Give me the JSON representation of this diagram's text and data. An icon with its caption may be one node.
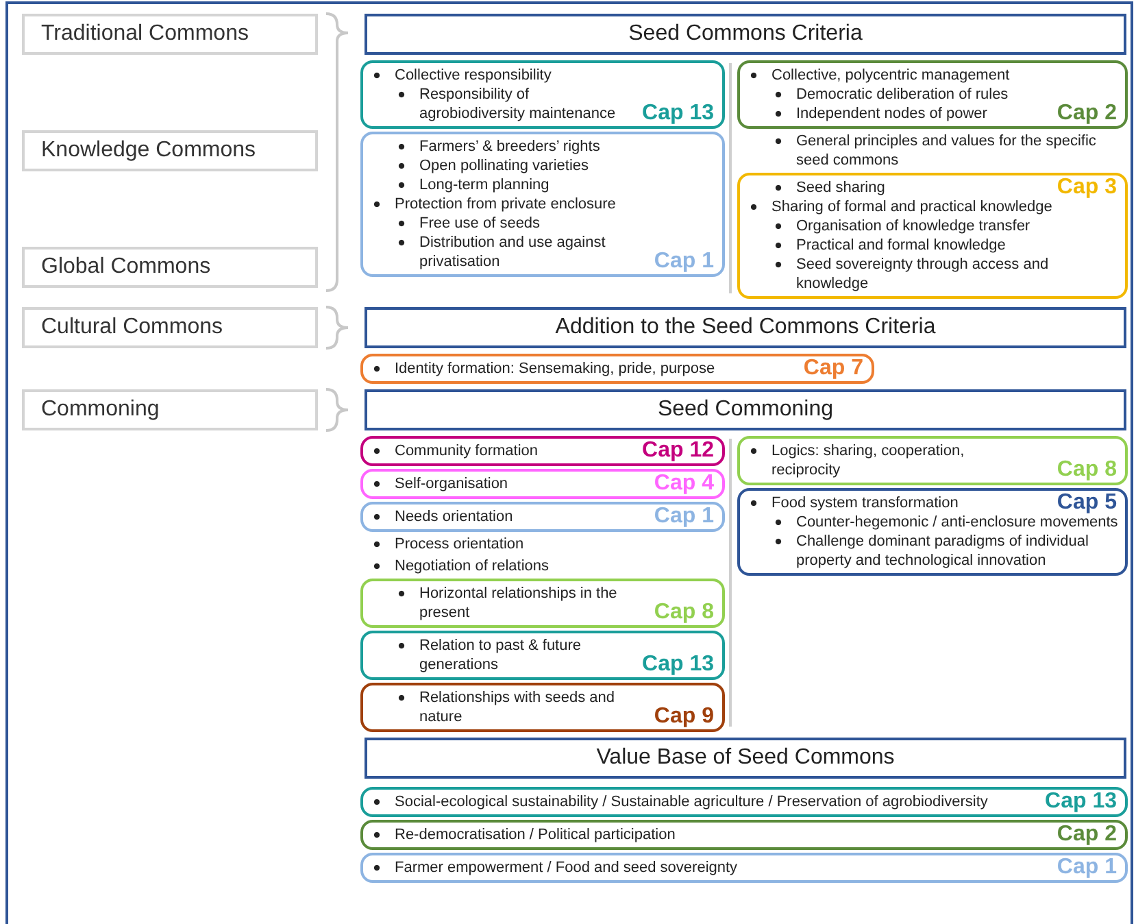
{
  "diagram": {
    "nodes": [
      {
        "text": [
          "Traditional Commons"
        ]
      },
      {
        "text": [
          "Seed Commons Criteria"
        ]
      },
      {
        "text": [
          "Knowledge Commons"
        ]
      },
      {
        "text": [
          "Global Commons"
        ]
      },
      {
        "text": [
          "Collective responsibility",
          "Responsibility of agrobiodiversity maintenance",
          "Cap 13"
        ]
      },
      {
        "text": [
          "Farmers’ & breeders’ rights",
          "Open pollinating varieties",
          "Long-term planning",
          "Protection from private enclosure",
          "Free use of seeds",
          "Distribution and use against privatisation",
          "Cap 1"
        ]
      },
      {
        "text": [
          "Collective, polycentric management",
          "Democratic deliberation of rules",
          "Independent nodes of power",
          "Cap 2"
        ]
      },
      {
        "text": [
          "Seed sharing",
          "Sharing of formal and practical knowledge",
          "Organisation of knowledge transfer",
          "Practical and formal knowledge",
          "Seed sovereignty through access and knowledge",
          "Cap 3"
        ]
      },
      {
        "text": [
          "Cultural Commons"
        ]
      },
      {
        "text": [
          "Addition to the Seed Commons Criteria"
        ]
      },
      {
        "text": [
          "Identity formation: Sensemaking, pride, purpose",
          "Cap 7"
        ]
      },
      {
        "text": [
          "Commoning"
        ]
      },
      {
        "text": [
          "Seed Commoning"
        ]
      },
      {
        "text": [
          "Community formation",
          "Cap 12"
        ]
      },
      {
        "text": [
          "Self-organisation",
          "Cap 4"
        ]
      },
      {
        "text": [
          "Needs orientation",
          "Cap 1"
        ]
      },
      {
        "text": [
          "Horizontal relationships in the present",
          "Cap 8"
        ]
      },
      {
        "text": [
          "Relation to past & future generations",
          "Cap 13"
        ]
      },
      {
        "text": [
          "Relationships with seeds and nature",
          "Cap 9"
        ]
      },
      {
        "text": [
          "Logics: sharing, cooperation, reciprocity",
          "Cap 8"
        ]
      },
      {
        "text": [
          "Food system transformation",
          "Counter-hegemonic / anti-enclosure movements",
          "Challenge dominant paradigms of individual property and technological innovation",
          "Cap 5"
        ]
      },
      {
        "text": [
          "Value Base of Seed Commons"
        ]
      },
      {
        "text": [
          "Social-ecological sustainability / Sustainable agriculture / Preservation of agrobiodiversity",
          "Cap 13"
        ]
      },
      {
        "text": [
          "Re-democratisation / Political participation",
          "Cap 2"
        ]
      },
      {
        "text": [
          "Farmer empowerment / Food and seed sovereignty",
          "Cap 1"
        ]
      }
    ],
    "labels": [
      "General principles and values for the specific seed commons",
      "Process orientation",
      "Negotiation of relations"
    ]
  }
}
